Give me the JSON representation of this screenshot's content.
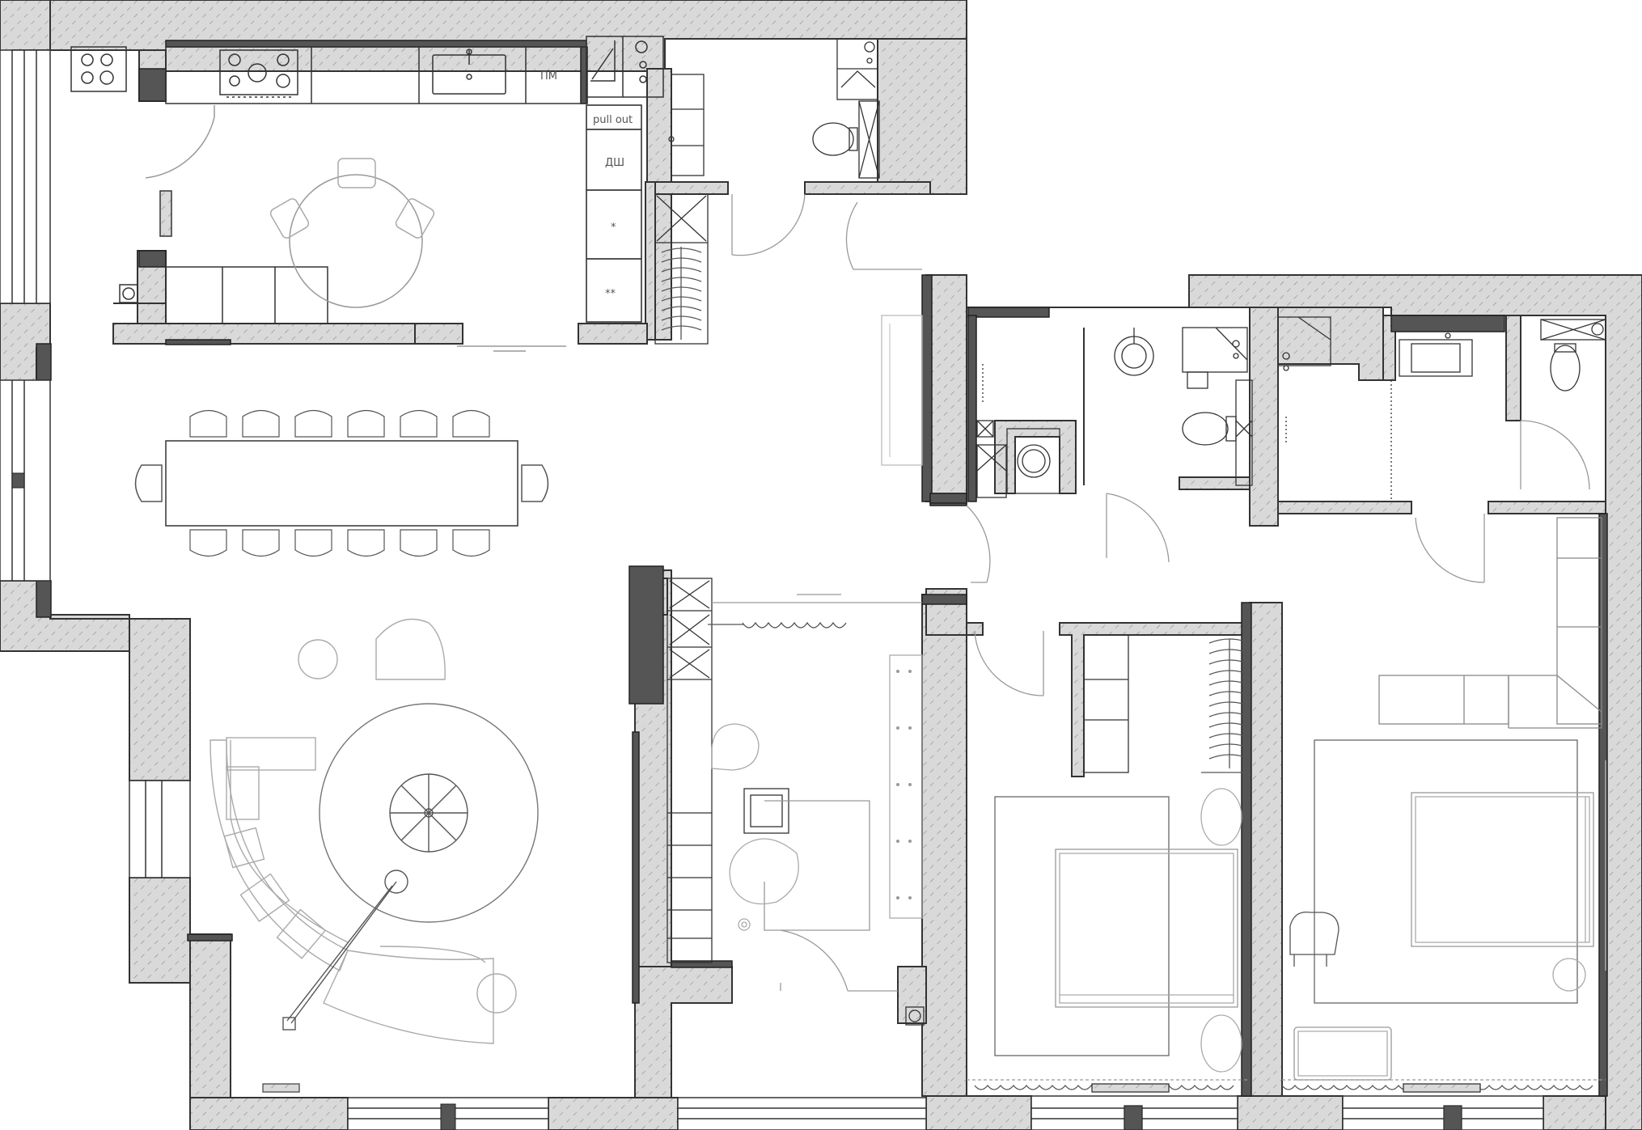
{
  "floor_plan": {
    "labels": {
      "pull_out": "pull out",
      "dishwasher": "ДШ",
      "washing_machine": "ПМ",
      "cabinet_star": "*",
      "cabinet_double_star": "**"
    },
    "colors": {
      "wall_fill": "#d9d9d9",
      "wall_hatch": "#8a8a8a",
      "dark_block": "#555555",
      "line": "#333333",
      "furniture": "#aaaaaa"
    },
    "rooms": [
      "kitchen",
      "dining",
      "living",
      "study",
      "bedroom-1",
      "bedroom-2",
      "bathroom-1",
      "bathroom-2",
      "bathroom-3",
      "bathroom-4",
      "laundry",
      "hall"
    ],
    "furniture": [
      "dining-table",
      "dining-chair",
      "round-table",
      "sofa",
      "armchair",
      "spiral-stair",
      "double-bed",
      "desk",
      "floor-lamp",
      "toilet",
      "sink",
      "shower",
      "stove",
      "wardrobe"
    ]
  }
}
